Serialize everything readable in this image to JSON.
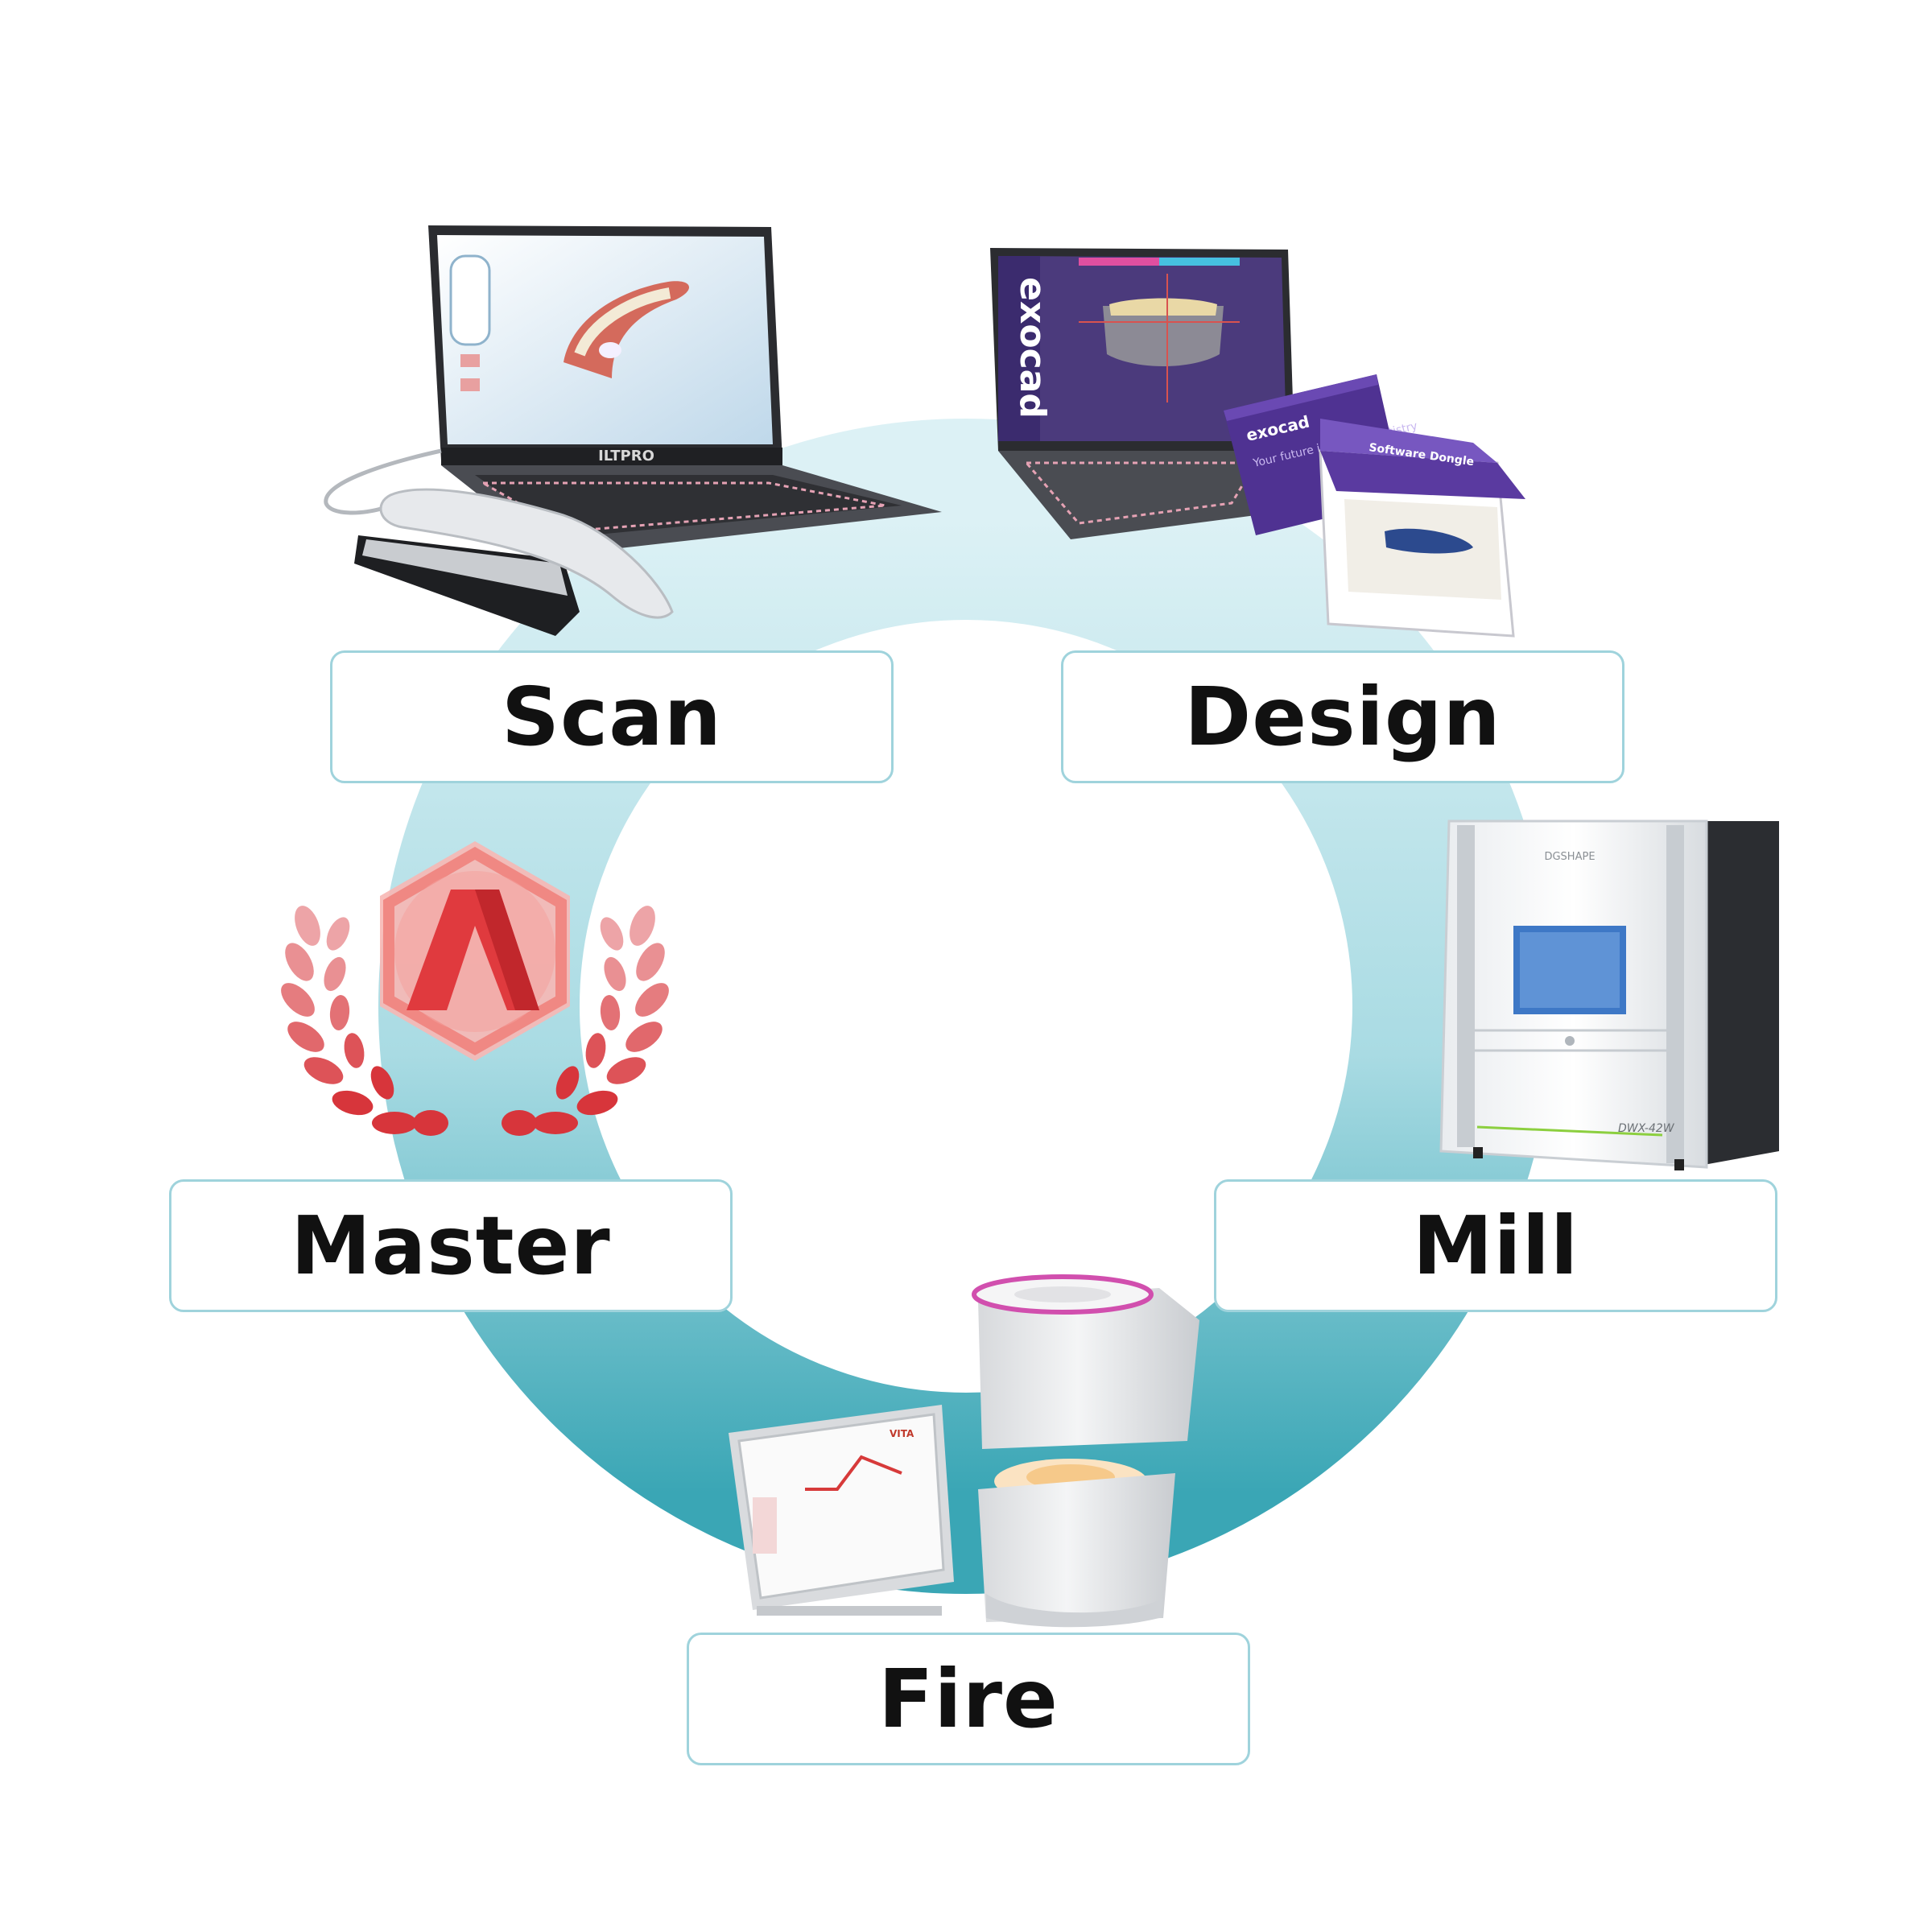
{
  "steps": {
    "scan": {
      "label": "Scan"
    },
    "design": {
      "label": "Design"
    },
    "master": {
      "label": "Master"
    },
    "mill": {
      "label": "Mill"
    },
    "fire": {
      "label": "Fire"
    }
  },
  "devices": {
    "scan_laptop_brand": "ILTPRO",
    "design_screen_brand": "exocad",
    "design_box_brand": "exocad",
    "design_box_tagline": "Your future in digital dentistry",
    "design_dongle_label": "Software Dongle",
    "mill_brand": "DGSHAPE",
    "mill_model": "DWX-42W",
    "fire_brand": "VITA"
  },
  "colors": {
    "ring_light": "#d9f0f4",
    "ring_dark": "#3ea9b8",
    "box_border": "#9fd3dc",
    "logo_red": "#e03a3e",
    "laurel_red": "#d7353b"
  }
}
